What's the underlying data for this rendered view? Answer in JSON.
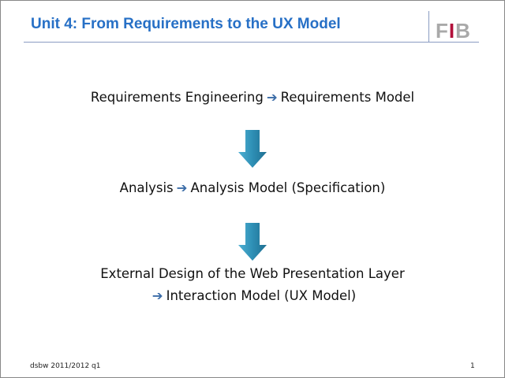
{
  "header": {
    "title": "Unit 4: From Requirements to the UX Model",
    "logo_text": "FIB"
  },
  "flow": [
    {
      "from": "Requirements Engineering",
      "to": "Requirements Model"
    },
    {
      "from": "Analysis",
      "to": "Analysis Model (Specification)"
    },
    {
      "from": "External Design of the Web Presentation Layer",
      "to": "Interaction Model (UX Model)"
    }
  ],
  "arrow_glyph": "➔",
  "colors": {
    "title": "#2770C6",
    "down_arrow": "#2E8FB5",
    "right_arrow": "#3C6DA8",
    "logo_accent": "#B2103A"
  },
  "footer": {
    "left": "dsbw  2011/2012 q1",
    "page": "1"
  }
}
